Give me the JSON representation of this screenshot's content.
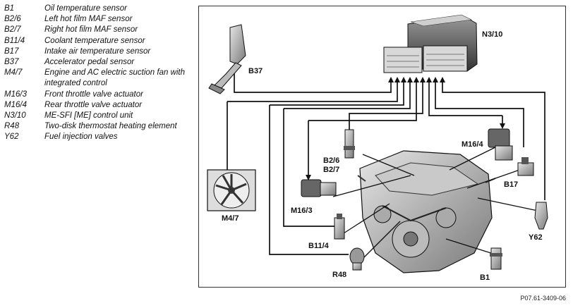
{
  "legend": [
    {
      "code": "B1",
      "desc": "Oil temperature sensor"
    },
    {
      "code": "B2/6",
      "desc": "Left hot film MAF sensor"
    },
    {
      "code": "B2/7",
      "desc": "Right hot film MAF sensor"
    },
    {
      "code": "B11/4",
      "desc": "Coolant temperature sensor"
    },
    {
      "code": "B17",
      "desc": "Intake air temperature sensor"
    },
    {
      "code": "B37",
      "desc": "Accelerator pedal sensor"
    },
    {
      "code": "M4/7",
      "desc": "Engine and AC electric suction fan with integrated control"
    },
    {
      "code": "M16/3",
      "desc": "Front throttle valve actuator"
    },
    {
      "code": "M16/4",
      "desc": "Rear throttle valve actuator"
    },
    {
      "code": "N3/10",
      "desc": "ME-SFI [ME] control unit"
    },
    {
      "code": "R48",
      "desc": "Two-disk thermostat heating element"
    },
    {
      "code": "Y62",
      "desc": "Fuel injection valves"
    }
  ],
  "labels": {
    "n310": "N3/10",
    "b37": "B37",
    "m47": "M4/7",
    "m164": "M16/4",
    "b26": "B2/6",
    "b27": "B2/7",
    "b17": "B17",
    "m163": "M16/3",
    "y62": "Y62",
    "b114": "B11/4",
    "r48": "R48",
    "b1": "B1"
  },
  "reference": "P07.61-3409-06"
}
